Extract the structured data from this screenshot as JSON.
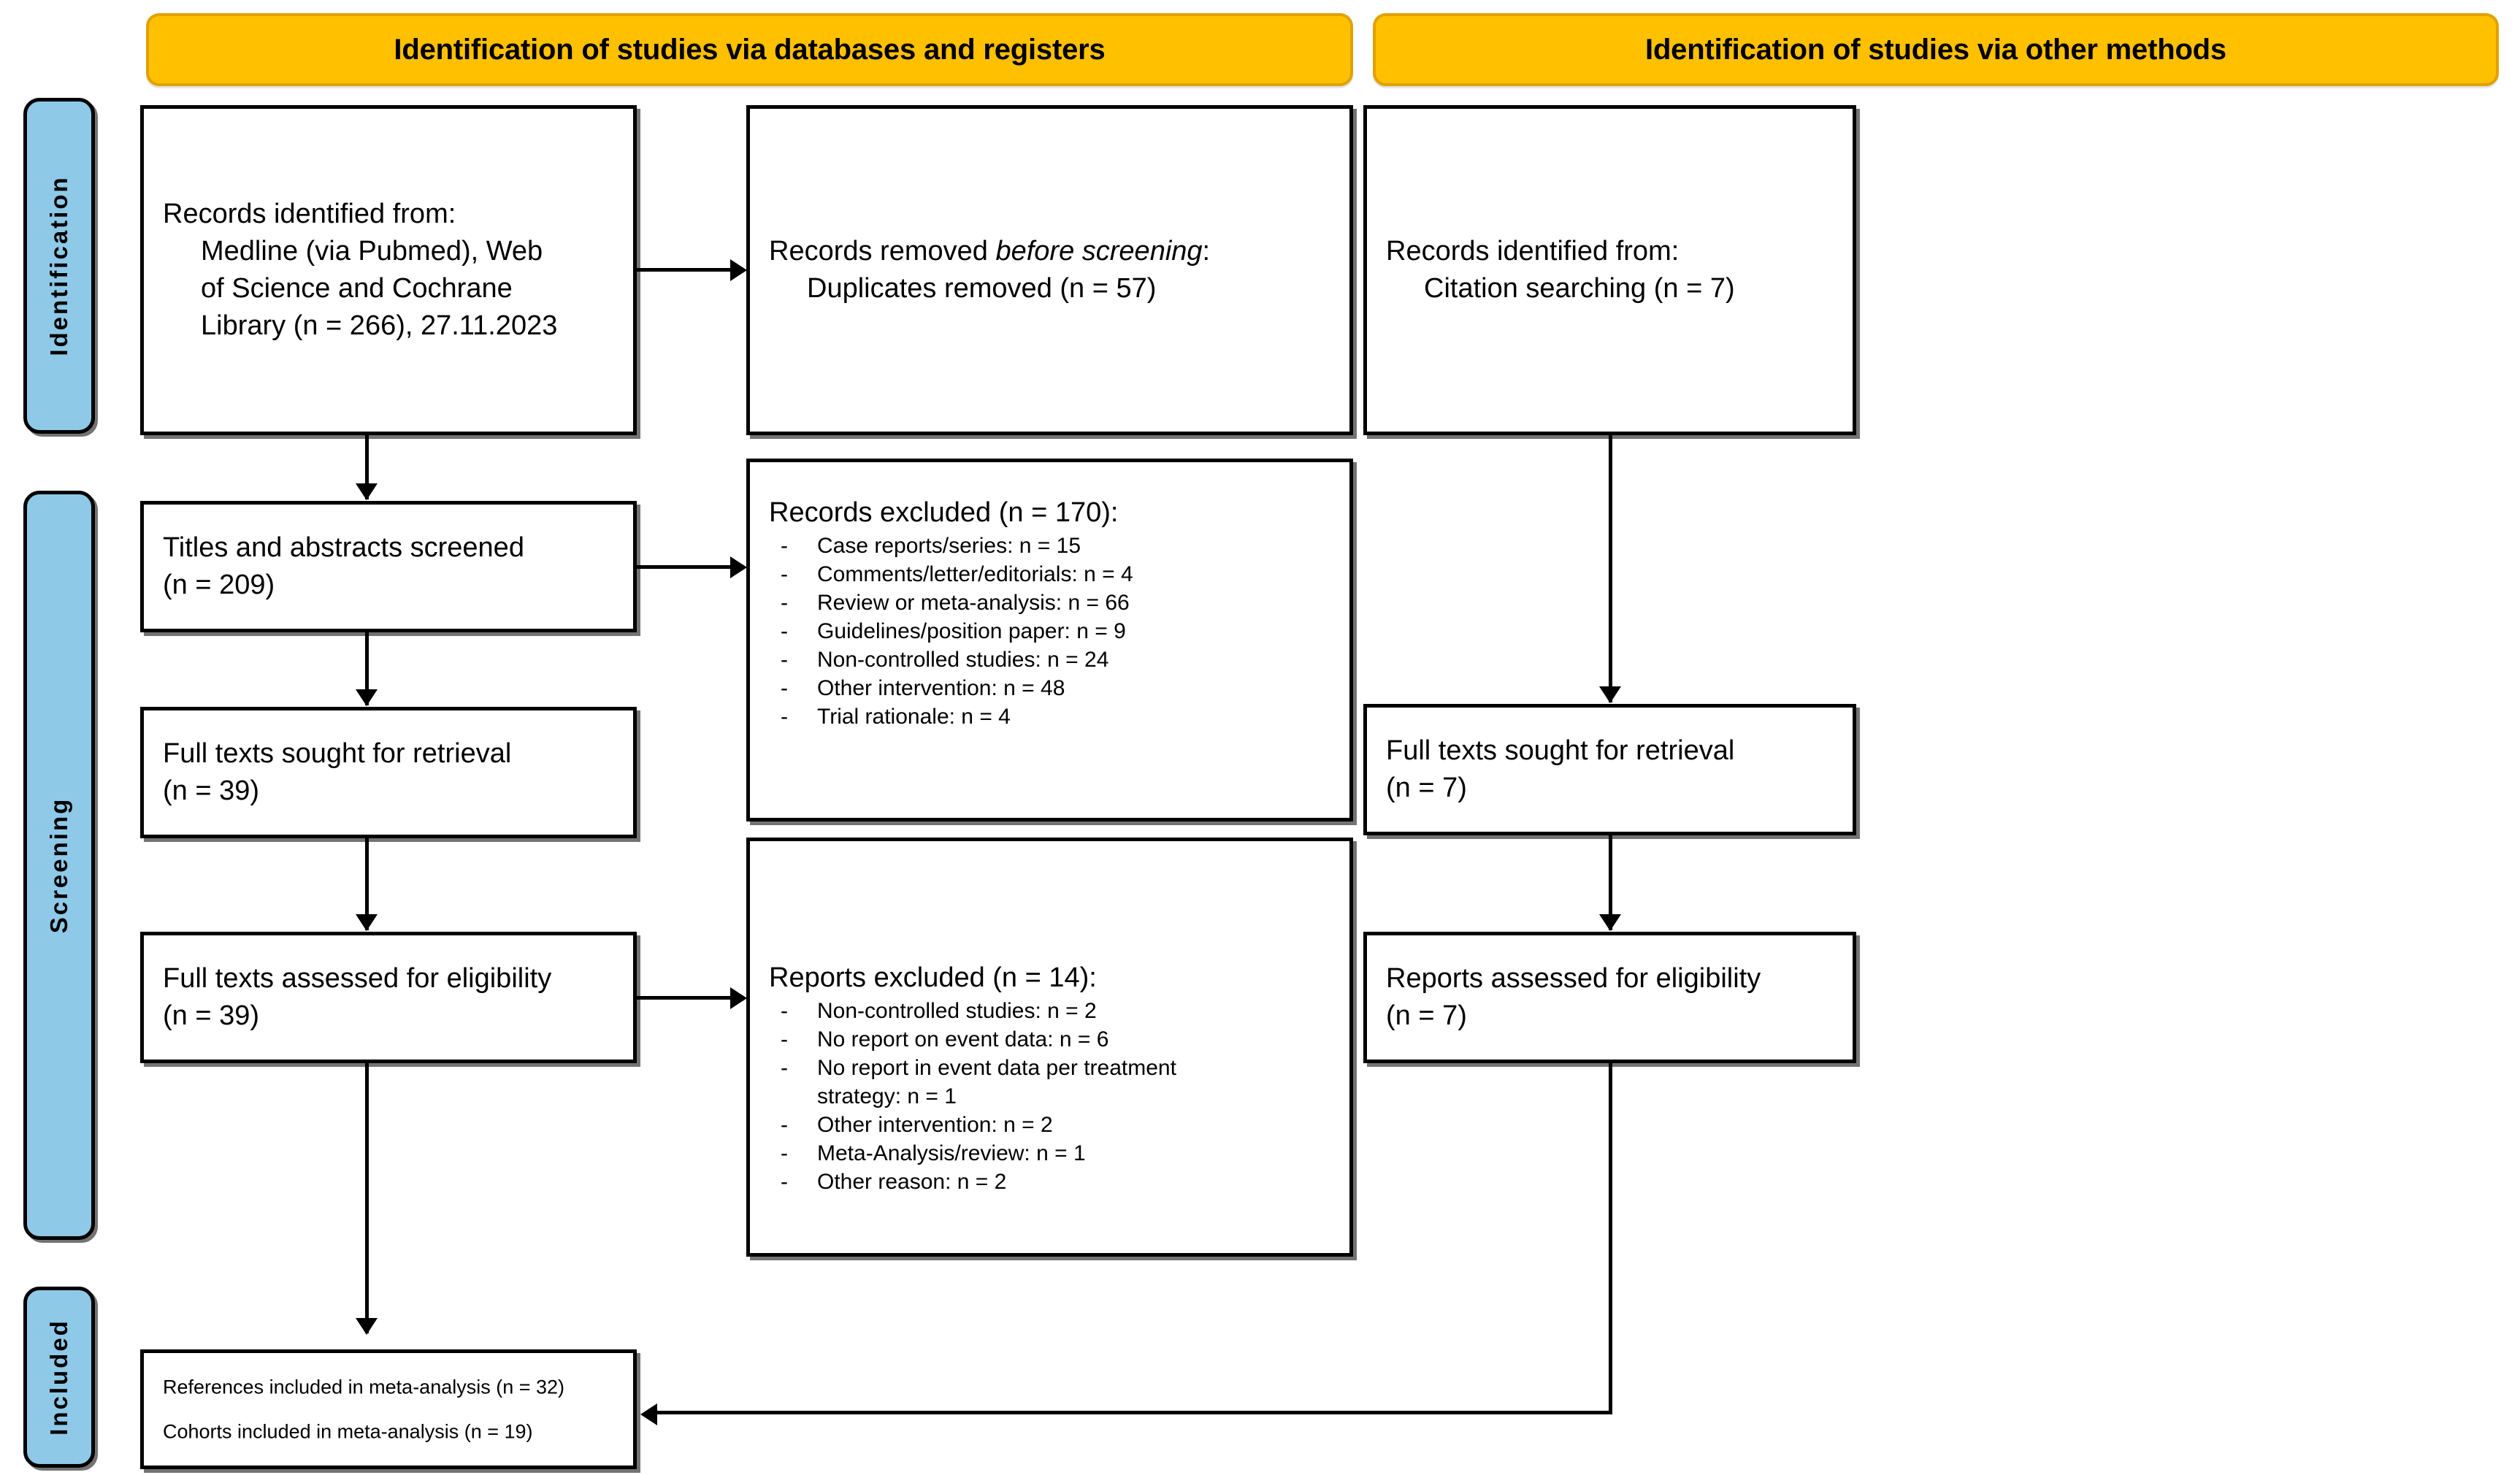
{
  "diagram": {
    "title": "PRISMA 2020 flow diagram",
    "colors": {
      "header_fill": "#FFC000",
      "header_border": "#E0A200",
      "phase_fill": "#8FC9E8",
      "box_border": "#000000",
      "background": "#FFFFFF"
    }
  },
  "headers": [
    {
      "id": "databases",
      "label": "Identification of studies via databases and registers"
    },
    {
      "id": "other",
      "label": "Identification of studies via other methods"
    }
  ],
  "phases": [
    {
      "id": "identification",
      "label": "Identification"
    },
    {
      "id": "screening",
      "label": "Screening"
    },
    {
      "id": "included",
      "label": "Included"
    }
  ],
  "boxes": {
    "records_identified_db": {
      "line1": "Records identified from:",
      "line2": "Medline (via Pubmed), Web",
      "line3": "of Science and Cochrane",
      "line4": "Library (n = 266), 27.11.2023"
    },
    "records_removed": {
      "line1_a": "Records removed ",
      "line1_b": "before screening",
      "line1_c": ":",
      "line2": "Duplicates removed (n = 57)"
    },
    "records_identified_other": {
      "line1": "Records identified from:",
      "line2": "Citation searching (n = 7)"
    },
    "titles_screened": {
      "line1": "Titles and abstracts screened",
      "line2": "(n = 209)"
    },
    "records_excluded": {
      "heading": "Records excluded (n = 170):",
      "dash": "-",
      "items": [
        "Case reports/series: n = 15",
        "Comments/letter/editorials: n = 4",
        "Review or meta-analysis: n = 66",
        "Guidelines/position paper: n = 9",
        "Non-controlled studies: n = 24",
        "Other intervention: n = 48",
        "Trial rationale: n = 4"
      ]
    },
    "full_texts_sought_db": {
      "line1": "Full texts sought for retrieval",
      "line2": "(n = 39)"
    },
    "full_texts_assessed_db": {
      "line1": "Full texts assessed for eligibility",
      "line2": "(n = 39)"
    },
    "reports_excluded": {
      "heading": "Reports excluded (n = 14):",
      "dash": "-",
      "items": [
        "Non-controlled studies: n = 2",
        "No report on event data: n = 6",
        "No report in event data per treatment strategy: n = 1",
        "Other intervention: n = 2",
        "Meta-Analysis/review: n = 1",
        "Other reason: n = 2"
      ]
    },
    "full_texts_sought_other": {
      "line1": "Full texts sought for retrieval",
      "line2": " (n = 7)"
    },
    "reports_assessed_other": {
      "line1": "Reports assessed for eligibility",
      "line2": "(n = 7)"
    },
    "included_final": {
      "line1": "References included in meta-analysis (n = 32)",
      "line2": "Cohorts included in meta-analysis (n = 19)"
    }
  }
}
